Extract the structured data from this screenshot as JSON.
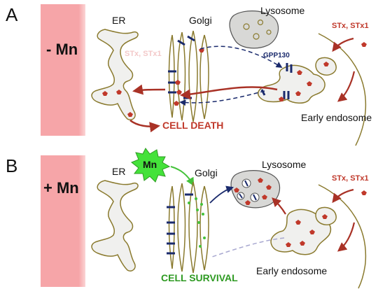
{
  "panel_a": {
    "letter": "A",
    "condition": "- Mn",
    "er_label": "ER",
    "golgi_label": "Golgi",
    "lysosome_label": "Lysosome",
    "toxin_label": "STx, STx1",
    "receptor_label": "GPP130",
    "endosome_label": "Early endosome",
    "outcome": "CELL DEATH"
  },
  "panel_b": {
    "letter": "B",
    "condition": "+ Mn",
    "er_label": "ER",
    "golgi_label": "Golgi",
    "lysosome_label": "Lysosome",
    "toxin_label": "STx, STx1",
    "mn_label": "Mn",
    "endosome_label": "Early endosome",
    "outcome": "CELL SURVIVAL"
  },
  "colors": {
    "condition_bar": "#f6a5a8",
    "organelle_fill": "#f0f0ee",
    "organelle_stroke": "#8a7a2e",
    "toxin": "#c0392b",
    "toxin_label": "#c0392b",
    "receptor": "#1a2a6c",
    "death_text": "#c0392b",
    "survival_text": "#2e9a22",
    "mn_burst": "#44e23a",
    "arrow_red": "#a93226",
    "arrow_navy": "#1a2a6c"
  }
}
